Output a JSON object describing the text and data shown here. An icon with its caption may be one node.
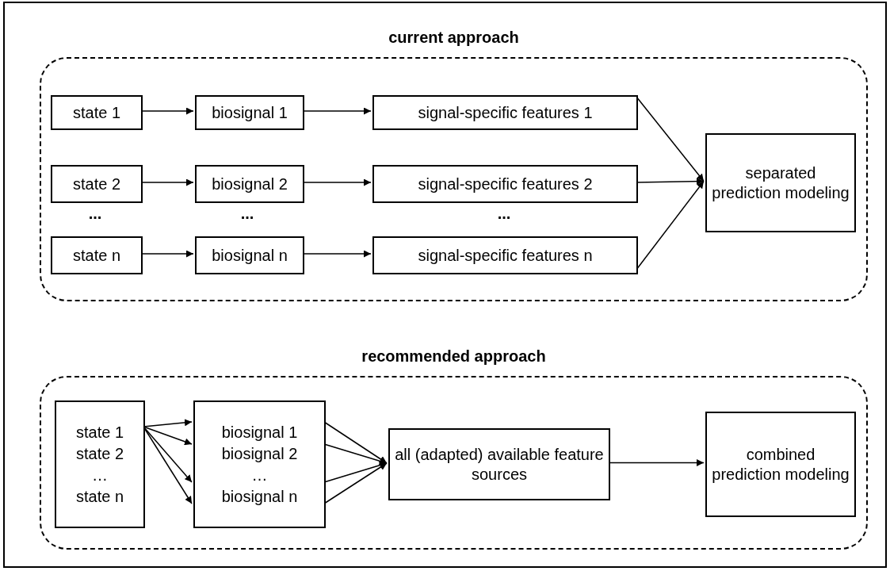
{
  "diagram": {
    "nodes": [
      {
        "text": [
          "current approach"
        ]
      },
      {
        "text": [
          "state 1"
        ],
        "in": 0
      },
      {
        "text": [
          "biosignal 1"
        ],
        "in": 0
      },
      {
        "text": [
          "signal-specific features 1"
        ],
        "in": 0
      },
      {
        "text": [
          "separated prediction modeling"
        ],
        "in": 0
      },
      {
        "text": [
          "state 2"
        ],
        "in": 0
      },
      {
        "text": [
          "biosignal 2"
        ],
        "in": 0
      },
      {
        "text": [
          "signal-specific features 2"
        ],
        "in": 0
      },
      {
        "text": [
          "state n"
        ],
        "in": 0
      },
      {
        "text": [
          "biosignal n"
        ],
        "in": 0
      },
      {
        "text": [
          "signal-specific features n"
        ],
        "in": 0
      },
      {
        "text": [
          "recommended approach"
        ]
      },
      {
        "text": [
          "state 1",
          "state 2",
          "…",
          "state n"
        ],
        "in": 11
      },
      {
        "text": [
          "biosignal 1",
          "biosignal 2",
          "…",
          "biosignal n"
        ],
        "in": 11
      },
      {
        "text": [
          "all (adapted) available feature sources"
        ],
        "in": 11
      },
      {
        "text": [
          "combined prediction modeling"
        ],
        "in": 11
      }
    ],
    "edges": [
      {
        "from": 1,
        "to": 2,
        "arrow": "to"
      },
      {
        "from": 2,
        "to": 3,
        "arrow": "to"
      },
      {
        "from": 3,
        "to": 4,
        "arrow": "to"
      },
      {
        "from": 5,
        "to": 6,
        "arrow": "to"
      },
      {
        "from": 6,
        "to": 7,
        "arrow": "to"
      },
      {
        "from": 7,
        "to": 4,
        "arrow": "to"
      },
      {
        "from": 8,
        "to": 9,
        "arrow": "to"
      },
      {
        "from": 9,
        "to": 10,
        "arrow": "to"
      },
      {
        "from": 10,
        "to": 4,
        "arrow": "to"
      },
      {
        "from": 12,
        "to": 13,
        "arrow": "to"
      },
      {
        "from": 12,
        "to": 13,
        "arrow": "to"
      },
      {
        "from": 12,
        "to": 13,
        "arrow": "to"
      },
      {
        "from": 12,
        "to": 13,
        "arrow": "to"
      },
      {
        "from": 13,
        "to": 14,
        "arrow": "to"
      },
      {
        "from": 13,
        "to": 14,
        "arrow": "to"
      },
      {
        "from": 13,
        "to": 14,
        "arrow": "to"
      },
      {
        "from": 13,
        "to": 14,
        "arrow": "to"
      },
      {
        "from": 14,
        "to": 15,
        "arrow": "to"
      }
    ],
    "labels": [
      "...",
      "...",
      "..."
    ]
  }
}
